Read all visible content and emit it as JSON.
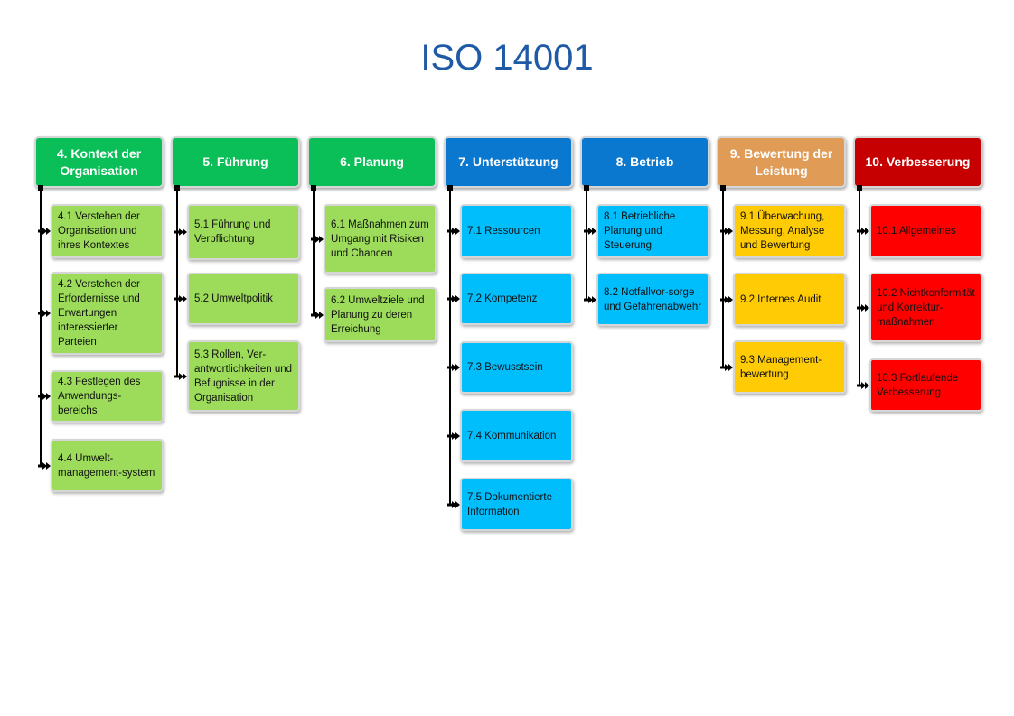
{
  "title": "ISO 14001",
  "colors": {
    "green_header": "#0abf58",
    "green_child": "#9ddc5a",
    "blue_header": "#0b78cf",
    "blue_child": "#00bdfc",
    "orange_header": "#e09b56",
    "yellow_child": "#ffcb05",
    "red_header": "#c60000",
    "red_child": "#ff0000"
  },
  "columns": [
    {
      "label": "4. Kontext der Organisation",
      "header_color": "#0abf58",
      "child_color": "#9ddc5a",
      "items": [
        "4.1 Verstehen der Organisation und ihres Kontextes",
        "4.2 Verstehen der Erfordernisse und Erwartungen interessierter Parteien",
        "4.3 Festlegen des Anwendungs-bereichs",
        "4.4 Umwelt-management-system"
      ]
    },
    {
      "label": "5. Führung",
      "header_color": "#0abf58",
      "child_color": "#9ddc5a",
      "items": [
        "5.1 Führung und Verpflichtung",
        "5.2 Umweltpolitik",
        "5.3 Rollen, Ver-antwortlichkeiten und Befugnisse in der Organisation"
      ]
    },
    {
      "label": "6. Planung",
      "header_color": "#0abf58",
      "child_color": "#9ddc5a",
      "items": [
        "6.1 Maßnahmen zum Umgang mit Risiken und Chancen",
        "6.2 Umweltziele und Planung zu deren Erreichung"
      ]
    },
    {
      "label": "7. Unterstützung",
      "header_color": "#0b78cf",
      "child_color": "#00bdfc",
      "items": [
        "7.1 Ressourcen",
        "7.2 Kompetenz",
        "7.3 Bewusstsein",
        "7.4 Kommunikation",
        "7.5 Dokumentierte Information"
      ]
    },
    {
      "label": "8. Betrieb",
      "header_color": "#0b78cf",
      "child_color": "#00bdfc",
      "items": [
        "8.1 Betriebliche Planung und Steuerung",
        "8.2 Notfallvor-sorge und Gefahrenabwehr"
      ]
    },
    {
      "label": "9. Bewertung der Leistung",
      "header_color": "#e09b56",
      "child_color": "#ffcb05",
      "items": [
        "9.1 Überwachung, Messung, Analyse und Bewertung",
        "9.2 Internes Audit",
        "9.3 Management-bewertung"
      ]
    },
    {
      "label": "10. Verbesserung",
      "header_color": "#c60000",
      "child_color": "#ff0000",
      "items": [
        "10.1 Allgemeines",
        "10.2 Nichtkonformität und Korrektur-maßnahmen",
        "10.3 Fortlaufende Verbesserung"
      ]
    }
  ]
}
